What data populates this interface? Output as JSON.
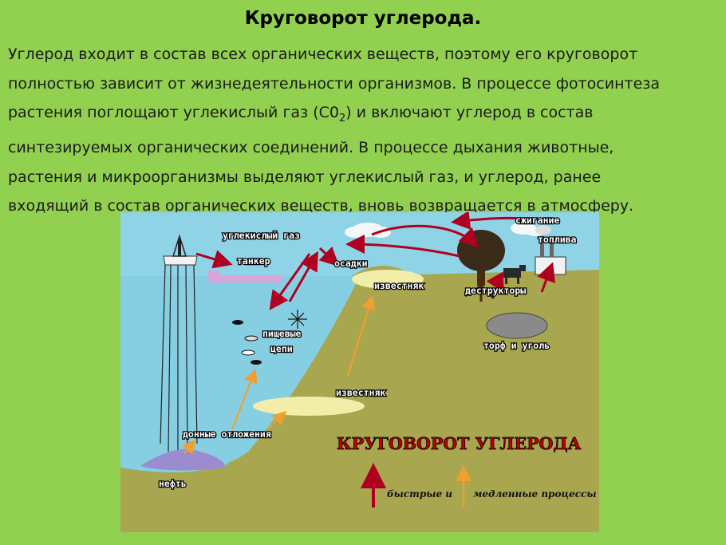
{
  "title": "Круговорот  углерода.",
  "paragraph": [
    "Углерод входит в состав всех органических веществ, поэтому его круговорот",
    "полностью зависит от жизнедеятельности организмов. В процессе фотосинтеза",
    "растения поглощают углекислый газ (С0",
    "2",
    ") и включают углерод в состав",
    "синтезируемых органических соединений. В процессе дыхания животные,",
    "растения и микроорганизмы выделяют углекислый газ, и углерод, ранее",
    "входящий в состав органических веществ, вновь возвращается в атмосферу."
  ],
  "diagram": {
    "title": "КРУГОВОРОТ УГЛЕРОДА",
    "labels": {
      "co2": "углекислый газ",
      "tanker": "танкер",
      "burning_1": "сжигание",
      "burning_2": "топлива",
      "sediments": "осадки",
      "limestone_top": "известняк",
      "destructors": "деструкторы",
      "food_1": "пищевые",
      "food_2": "цепи",
      "peat": "торф и уголь",
      "limestone_mid": "известняк",
      "bottom_sediments": "донные отложения",
      "oil": "нефть"
    },
    "legend": {
      "fast": "быстрые и",
      "slow": "медленные процессы"
    },
    "colors": {
      "sky": "#8fd3e6",
      "sea": "#7fd0e6",
      "land": "#a8a64e",
      "fast_arrow": "#b00020",
      "slow_arrow": "#f0a030"
    }
  }
}
